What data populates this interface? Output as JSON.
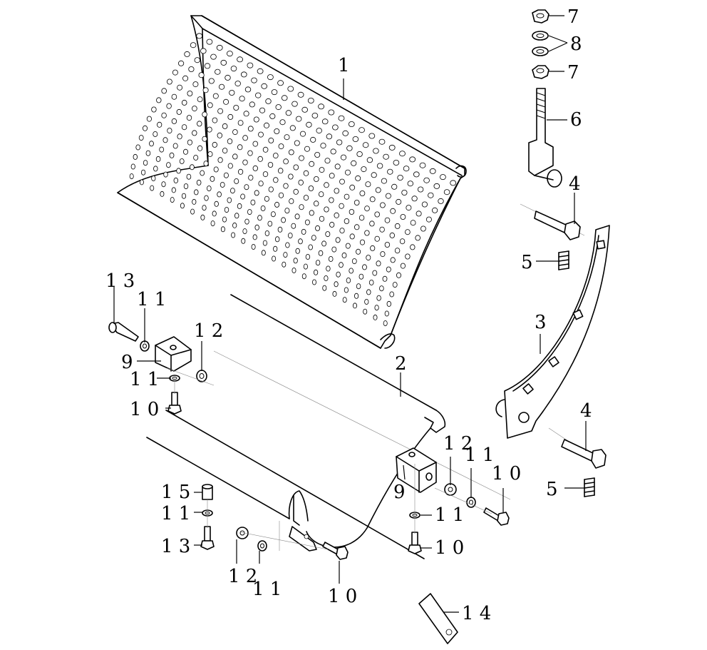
{
  "callouts": [
    {
      "id": "c1",
      "text": "1"
    },
    {
      "id": "c2",
      "text": "2"
    },
    {
      "id": "c3",
      "text": "3"
    },
    {
      "id": "c4a",
      "text": "4"
    },
    {
      "id": "c4b",
      "text": "4"
    },
    {
      "id": "c5a",
      "text": "5"
    },
    {
      "id": "c5b",
      "text": "5"
    },
    {
      "id": "c6",
      "text": "6"
    },
    {
      "id": "c7a",
      "text": "7"
    },
    {
      "id": "c7b",
      "text": "7"
    },
    {
      "id": "c8",
      "text": "8"
    },
    {
      "id": "c9a",
      "text": "9"
    },
    {
      "id": "c9b",
      "text": "9"
    },
    {
      "id": "c10a",
      "text": "1 0"
    },
    {
      "id": "c10b",
      "text": "1 0"
    },
    {
      "id": "c10c",
      "text": "1 0"
    },
    {
      "id": "c10d",
      "text": "1 0"
    },
    {
      "id": "c11a",
      "text": "1 1"
    },
    {
      "id": "c11b",
      "text": "1 1"
    },
    {
      "id": "c11c",
      "text": "1 1"
    },
    {
      "id": "c11d",
      "text": "1 1"
    },
    {
      "id": "c11e",
      "text": "1 1"
    },
    {
      "id": "c11f",
      "text": "1 1"
    },
    {
      "id": "c12a",
      "text": "1 2"
    },
    {
      "id": "c12b",
      "text": "1 2"
    },
    {
      "id": "c12c",
      "text": "1 2"
    },
    {
      "id": "c13a",
      "text": "1 3"
    },
    {
      "id": "c13b",
      "text": "1 3"
    },
    {
      "id": "c14",
      "text": "1 4"
    },
    {
      "id": "c15",
      "text": "1 5"
    }
  ]
}
